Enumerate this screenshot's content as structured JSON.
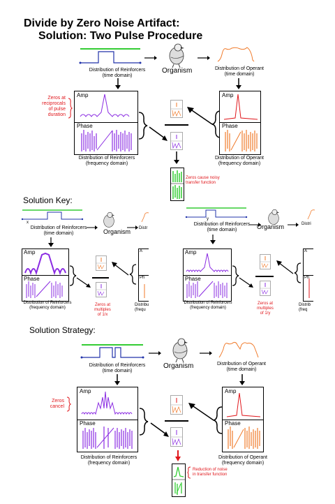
{
  "title": {
    "line1": "Divide by Zero Noise Artifact:",
    "line2": "Solution:  Two Pulse Procedure"
  },
  "labels": {
    "dist_reinf_time": [
      "Distribution of Reinforcers",
      "(time domain)"
    ],
    "dist_reinf_freq": [
      "Distribution of Reinforcers",
      "(frequency domain)"
    ],
    "dist_operant_time": [
      "Distribution of Operant",
      "(time domain)"
    ],
    "dist_operant_freq": [
      "Distribution of Operant",
      "(frequency domain)"
    ],
    "organism": "Organism",
    "amp": "Amp",
    "phase": "Phase"
  },
  "section1": {
    "note_zeros": [
      "Zeros at",
      "reciprocals",
      "of pulse",
      "duration"
    ],
    "note_noisy": [
      "Zeros cause noisy",
      "transfer function"
    ]
  },
  "section2": {
    "heading": "Solution Key:",
    "x_label": "x",
    "y_label": "y",
    "trunc_dist": "Distr",
    "trunc_dist2": "Distri",
    "trunc_freq": [
      "Distribu",
      "(frequ"
    ],
    "trunc_freq2": [
      "Distrib",
      "(freq"
    ],
    "trunc_amp": "A",
    "trunc_amp2": "A",
    "trunc_phase": "Ph",
    "trunc_phase2": "Ph",
    "note_x": [
      "Zeros at",
      "multiples",
      "of 1/x"
    ],
    "note_y": [
      "Zeros at",
      "multiples",
      "of 1/y"
    ]
  },
  "section3": {
    "heading": "Solution Strategy:",
    "note_cancel": [
      "Zeros",
      "cancel"
    ],
    "note_reduction": [
      "Reduction of noise",
      "in transfer function"
    ]
  },
  "colors": {
    "purple": "#8a2be2",
    "orange": "#f07a2a",
    "green": "#33cc33",
    "red": "#e0161b",
    "blue": "#2233aa"
  }
}
